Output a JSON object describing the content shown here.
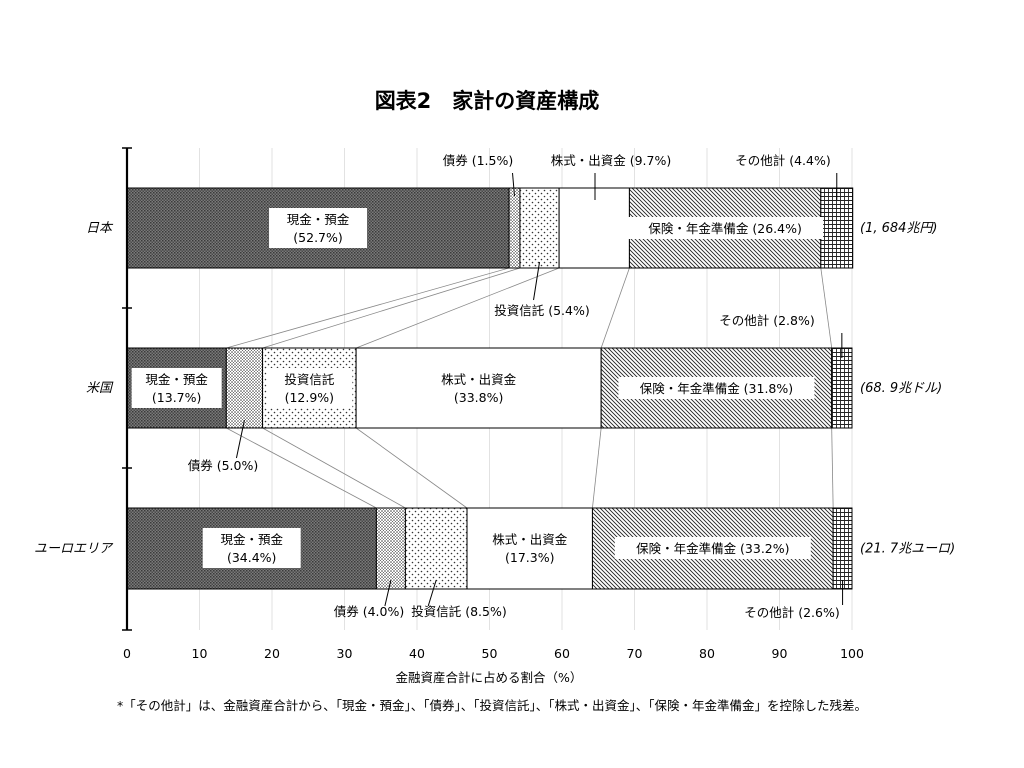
{
  "chart_data": {
    "type": "bar",
    "orientation": "horizontal",
    "stacked": true,
    "title": "図表2　家計の資産構成",
    "xlabel": "金融資産合計に占める割合（%）",
    "xlim": [
      0,
      100
    ],
    "x_ticks": [
      "0",
      "10",
      "20",
      "30",
      "40",
      "50",
      "60",
      "70",
      "80",
      "90",
      "100"
    ],
    "grid": true,
    "footnote": "*「その他計」は、金融資産合計から、「現金・預金」、「債券」、「投資信託」、「株式・出資金」、「保険・年金準備金」を控除した残差。",
    "categories": [
      {
        "name": "日本",
        "total": "(1, 684兆円)"
      },
      {
        "name": "米国",
        "total": "(68. 9兆ドル)"
      },
      {
        "name": "ユーロエリア",
        "total": "(21. 7兆ユーロ)"
      }
    ],
    "series": [
      {
        "name": "現金・預金",
        "pattern": "dark-dots",
        "values": [
          52.7,
          13.7,
          34.4
        ],
        "labels": [
          "(52.7%)",
          "(13.7%)",
          "(34.4%)"
        ]
      },
      {
        "name": "債券",
        "pattern": "light-dots",
        "values": [
          1.5,
          5.0,
          4.0
        ],
        "labels": [
          "債券 (1.5%)",
          "債券 (5.0%)",
          "債券 (4.0%)"
        ]
      },
      {
        "name": "投資信託",
        "pattern": "sparse-dots",
        "values": [
          5.4,
          12.9,
          8.5
        ],
        "labels": [
          "投資信託 (5.4%)",
          "(12.9%)",
          "投資信託 (8.5%)"
        ]
      },
      {
        "name": "株式・出資金",
        "pattern": "white",
        "values": [
          9.7,
          33.8,
          17.3
        ],
        "labels": [
          "株式・出資金 (9.7%)",
          "(33.8%)",
          "(17.3%)"
        ]
      },
      {
        "name": "保険・年金準備金",
        "pattern": "diagonal",
        "values": [
          26.4,
          31.8,
          33.2
        ],
        "labels": [
          "保険・年金準備金 (26.4%)",
          "保険・年金準備金 (31.8%)",
          "保険・年金準備金 (33.2%)"
        ]
      },
      {
        "name": "その他計",
        "pattern": "grid",
        "values": [
          4.4,
          2.8,
          2.6
        ],
        "labels": [
          "その他計 (4.4%)",
          "その他計 (2.8%)",
          "その他計 (2.6%)"
        ]
      }
    ]
  }
}
